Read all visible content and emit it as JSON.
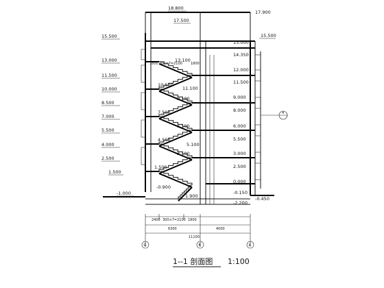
{
  "drawing": {
    "title": "1--1 剖面图",
    "scale": "1:100",
    "left_levels": [
      "15.500",
      "13.000",
      "11.500",
      "10.000",
      "8.500",
      "7.000",
      "5.500",
      "4.000",
      "2.500",
      "1.500",
      "-1.000"
    ],
    "right_levels": [
      "17.900",
      "15.500",
      "13.000",
      "14.350",
      "12.000",
      "11.500",
      "9.000",
      "8.000",
      "6.000",
      "5.500",
      "3.000",
      "2.500",
      "0.000",
      "-0.150",
      "-0.450",
      "-2.200"
    ],
    "top_levels": [
      "18.800",
      "17.500"
    ],
    "stair_levels": [
      "13.100",
      "11.100",
      "10.500",
      "9.100",
      "7.500",
      "6.100",
      "4.500",
      "5.100",
      "1.500",
      "1.900",
      "3.100",
      "-0.900"
    ],
    "stair_notes": [
      "1800",
      "300×7=2100",
      "1800"
    ],
    "dim_row_1": [
      "2400",
      "300×7=2100",
      "1800"
    ],
    "dim_row_2": [
      "6300",
      "4000"
    ],
    "dim_total": "11100",
    "axes": [
      "G",
      "B",
      "A"
    ],
    "section_marker": "4"
  }
}
